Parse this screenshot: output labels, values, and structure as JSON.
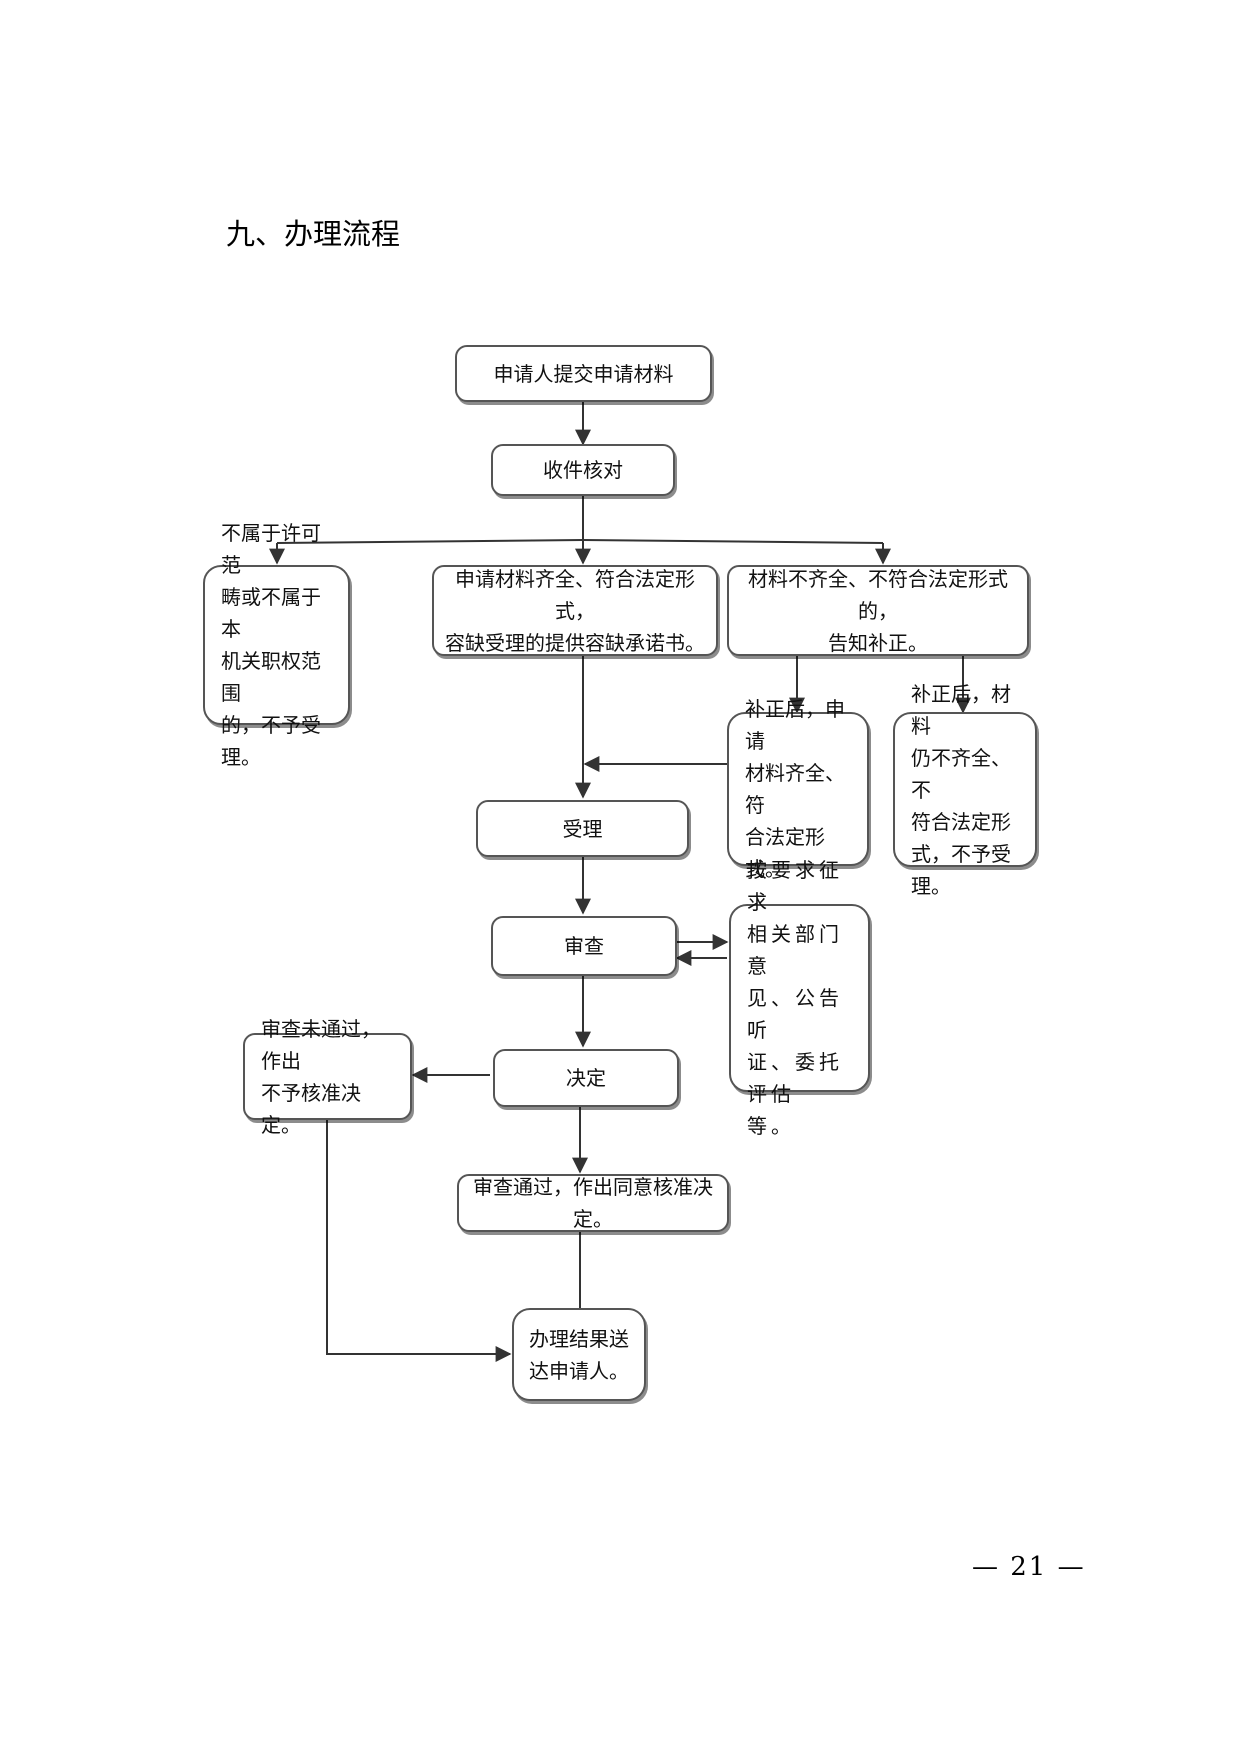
{
  "heading": "九、办理流程",
  "flowchart": {
    "nodes": {
      "submit": "申请人提交申请材料",
      "verify": "收件核对",
      "out_of_scope": "不属于许可范\n畴或不属于本\n机关职权范围\n的，不予受理。",
      "complete": "申请材料齐全、符合法定形式，\n容缺受理的提供容缺承诺书。",
      "incomplete": "材料不齐全、不符合法定形式的，\n告知补正。",
      "corrected_ok": "补正后，申请\n材料齐全、符\n合法定形式。",
      "corrected_fail": "补正后，材料\n仍不齐全、不\n符合法定形\n式，不予受理。",
      "accept": "受理",
      "review": "审查",
      "consult": "按要求征求\n相关部门意\n见、公告听\n证、委托评估\n等。",
      "decision": "决定",
      "reject": "审查未通过，作出\n不予核准决定。",
      "approve": "审查通过，作出同意核准决定。",
      "deliver": "办理结果送\n达申请人。"
    }
  },
  "page_number": "— 21 —"
}
